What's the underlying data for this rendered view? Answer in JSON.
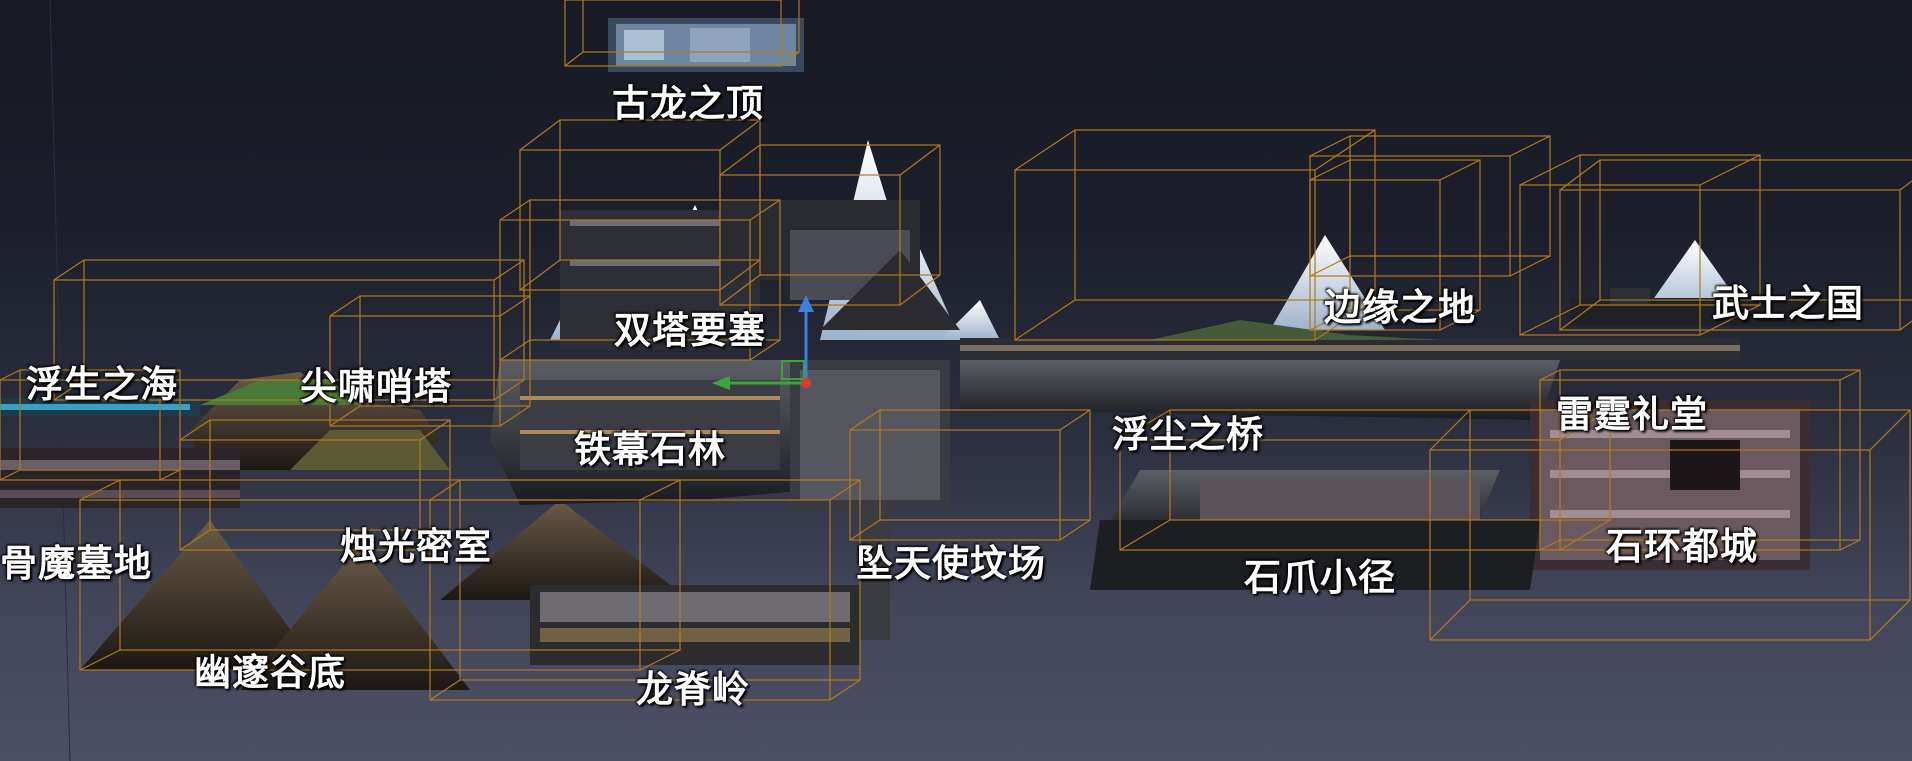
{
  "scene": {
    "background": "#1c1f2b",
    "bound_color": "#b07a1e",
    "regions": [
      {
        "id": "ancient-dragon-summit",
        "label": "古龙之顶"
      },
      {
        "id": "twin-tower-fortress",
        "label": "双塔要塞"
      },
      {
        "id": "edge-land",
        "label": "边缘之地"
      },
      {
        "id": "samurai-kingdom",
        "label": "武士之国"
      },
      {
        "id": "floating-life-sea",
        "label": "浮生之海"
      },
      {
        "id": "sharp-whistle-tower",
        "label": "尖啸哨塔"
      },
      {
        "id": "iron-curtain-stone-forest",
        "label": "铁幕石林"
      },
      {
        "id": "floating-dust-bridge",
        "label": "浮尘之桥"
      },
      {
        "id": "thunder-hall",
        "label": "雷霆礼堂"
      },
      {
        "id": "bone-demon-cemetery",
        "label": "骨魔墓地"
      },
      {
        "id": "candlelight-chamber",
        "label": "烛光密室"
      },
      {
        "id": "fallen-angel-arena",
        "label": "坠天使坟场"
      },
      {
        "id": "stone-claw-path",
        "label": "石爪小径"
      },
      {
        "id": "stone-ring-city",
        "label": "石环都城"
      },
      {
        "id": "deep-valley-bottom",
        "label": "幽邃谷底"
      },
      {
        "id": "dragon-spine-ridge",
        "label": "龙脊岭"
      }
    ]
  },
  "gizmo": {
    "y_axis_color": "#3b7fe0",
    "x_axis_color": "#3aa63a",
    "origin_color": "#e03a2a"
  }
}
